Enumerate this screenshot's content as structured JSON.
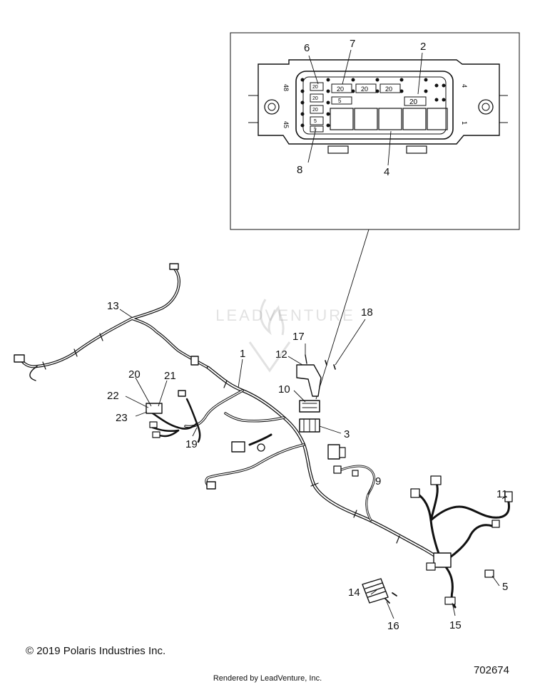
{
  "callouts": [
    {
      "label": "1"
    },
    {
      "label": "2"
    },
    {
      "label": "3"
    },
    {
      "label": "4"
    },
    {
      "label": "5"
    },
    {
      "label": "6"
    },
    {
      "label": "7"
    },
    {
      "label": "8"
    },
    {
      "label": "9"
    },
    {
      "label": "10"
    },
    {
      "label": "11"
    },
    {
      "label": "12"
    },
    {
      "label": "13"
    },
    {
      "label": "14"
    },
    {
      "label": "15"
    },
    {
      "label": "16"
    },
    {
      "label": "17"
    },
    {
      "label": "18"
    },
    {
      "label": "19"
    },
    {
      "label": "20"
    },
    {
      "label": "21"
    },
    {
      "label": "22"
    },
    {
      "label": "23"
    }
  ],
  "fuse_box": {
    "pin_label_top": "48",
    "pin_label_bottom": "45",
    "pin_label_right_top": "4",
    "pin_label_right_bottom": "1",
    "fuse_values": [
      "20",
      "20",
      "20",
      "20",
      "20",
      "20",
      "5",
      "5",
      "20",
      "5"
    ]
  },
  "watermark": "LEADVENTURE",
  "footer": {
    "copyright": "© 2019 Polaris Industries Inc.",
    "diagram_number": "702674",
    "rendered_by": "Rendered by LeadVenture, Inc."
  }
}
